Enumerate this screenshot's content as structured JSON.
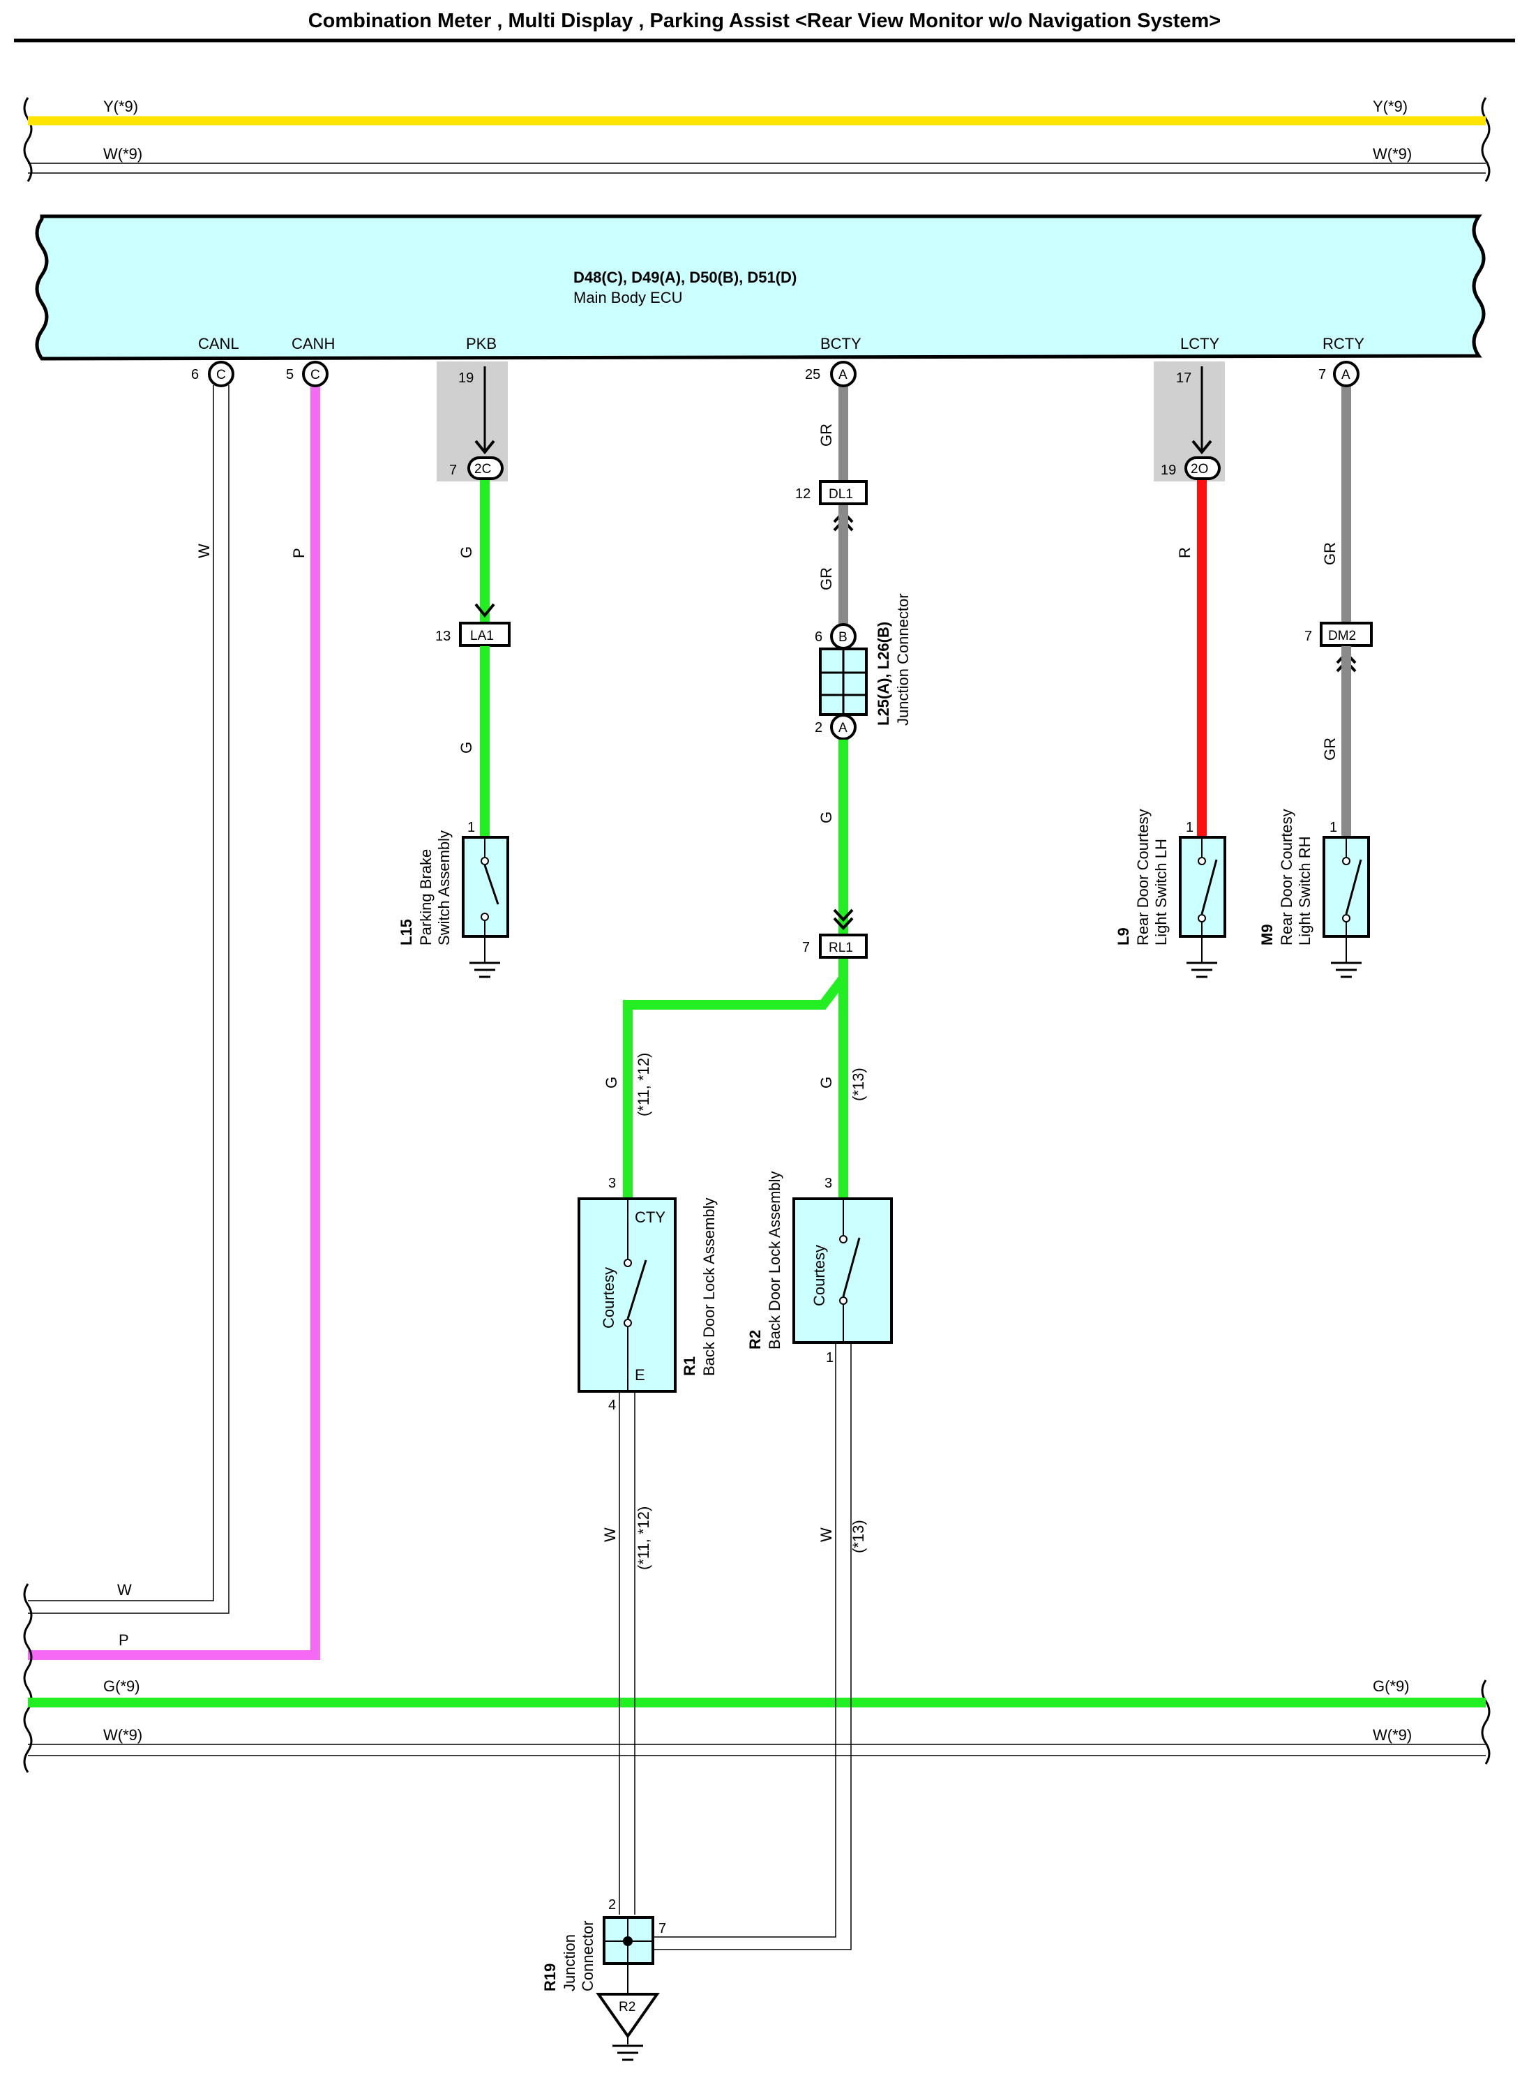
{
  "title": "Combination Meter , Multi Display , Parking Assist <Rear View Monitor w/o Navigation System>",
  "colors": {
    "Y": "#ffe400",
    "G": "#22ee22",
    "P": "#f46af4",
    "R": "#ff1010",
    "GR": "#8a8a8a",
    "W": "#ffffff",
    "ecu_fill": "#ccffff",
    "switch_fill": "#ccffff",
    "shade": "#d0d0d0"
  },
  "bus_wires": {
    "top_y": "Y(*9)",
    "top_w": "W(*9)",
    "bottom_w": "W",
    "bottom_p": "P",
    "bottom_g": "G(*9)",
    "bottom_w9": "W(*9)"
  },
  "ecu": {
    "connectors": "D48(C), D49(A), D50(B), D51(D)",
    "name": "Main Body ECU",
    "terminals": [
      {
        "name": "CANL",
        "pin": "6",
        "conn": "C"
      },
      {
        "name": "CANH",
        "pin": "5",
        "conn": "C"
      },
      {
        "name": "PKB",
        "pin": "19"
      },
      {
        "name": "BCTY",
        "pin": "25",
        "conn": "A"
      },
      {
        "name": "LCTY",
        "pin": "17"
      },
      {
        "name": "RCTY",
        "pin": "7",
        "conn": "A"
      }
    ]
  },
  "wire_labels": {
    "canl": "W",
    "canh": "P",
    "pkb_1": "G",
    "pkb_2": "G",
    "bcty_1": "GR",
    "bcty_2": "GR",
    "bcty_3": "G",
    "lcty": "R",
    "rcty_1": "GR",
    "rcty_2": "GR",
    "r1_up": "G",
    "r1_up_note": "(*11, *12)",
    "r2_up": "G",
    "r2_up_note": "(*13)",
    "r1_down": "W",
    "r1_down_note": "(*11, *12)",
    "r2_down": "W",
    "r2_down_note": "(*13)"
  },
  "connectors": {
    "c2c": {
      "label": "2C",
      "pin": "7"
    },
    "la1": {
      "label": "LA1",
      "pin": "13"
    },
    "dl1": {
      "label": "DL1",
      "pin": "12"
    },
    "jc_top": {
      "label": "B",
      "pin": "6"
    },
    "jc_bot": {
      "label": "A",
      "pin": "2"
    },
    "rl1": {
      "label": "RL1",
      "pin": "7"
    },
    "c2o": {
      "label": "2O",
      "pin": "19"
    },
    "dm2": {
      "label": "DM2",
      "pin": "7"
    }
  },
  "junction_l25": {
    "code": "L25(A), L26(B)",
    "name": "Junction Connector"
  },
  "components": {
    "l15": {
      "code": "L15",
      "name1": "Parking Brake",
      "name2": "Switch Assembly",
      "pin": "1"
    },
    "l9": {
      "code": "L9",
      "name1": "Rear Door Courtesy",
      "name2": "Light Switch LH",
      "pin": "1"
    },
    "m9": {
      "code": "M9",
      "name1": "Rear Door Courtesy",
      "name2": "Light Switch RH",
      "pin": "1"
    },
    "r1": {
      "code": "R1",
      "name": "Back Door Lock Assembly",
      "inner": "Courtesy",
      "term_top": "CTY",
      "term_bot": "E",
      "pin_top": "3",
      "pin_bot": "4"
    },
    "r2": {
      "code": "R2",
      "name": "Back Door Lock Assembly",
      "inner": "Courtesy",
      "pin_top": "3",
      "pin_bot": "1"
    },
    "r19": {
      "code": "R19",
      "name1": "Junction",
      "name2": "Connector",
      "pin_a": "2",
      "pin_b": "7",
      "ground": "R2"
    }
  }
}
